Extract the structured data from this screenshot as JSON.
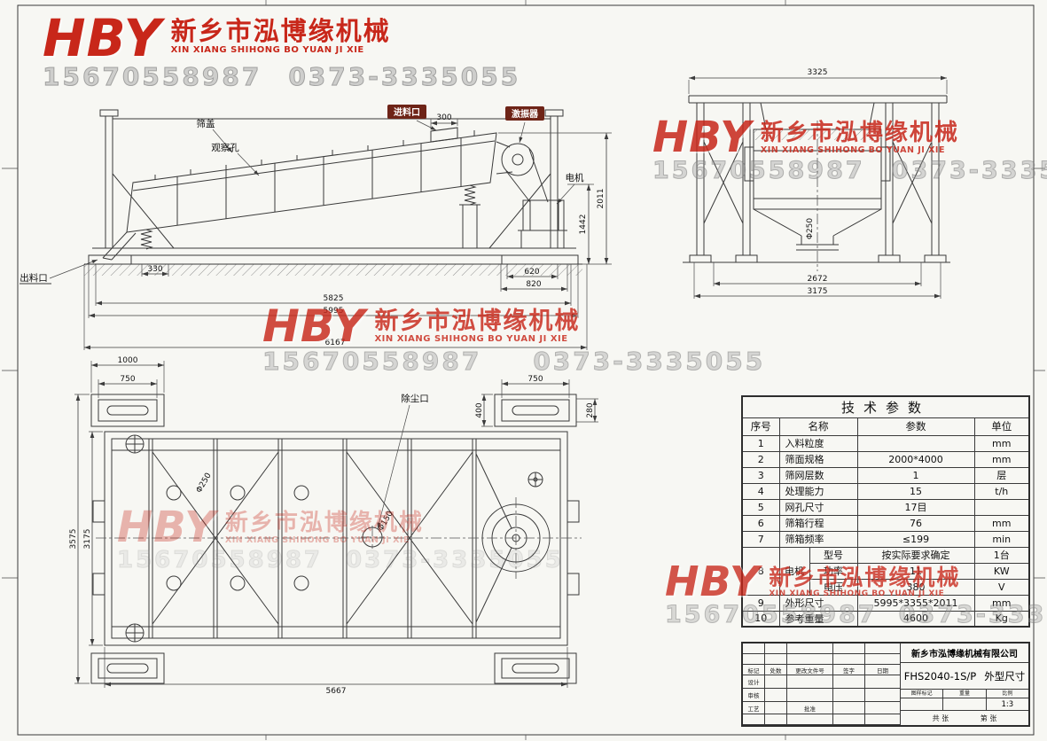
{
  "watermark": {
    "logo": "HBY",
    "company_cn": "新乡市泓博缘机械",
    "company_en": "XIN XIANG SHIHONG BO YUAN JI XIE",
    "phone": "15670558987",
    "tel": "0373-3335055"
  },
  "side_view": {
    "labels": {
      "cover": "筛盖",
      "feed_inlet": "进料口",
      "observe_hole": "观察孔",
      "exciter": "激振器",
      "motor": "电机",
      "discharge": "出料口"
    },
    "dims": {
      "feed_width": "300",
      "total_height": "2011",
      "frame_height": "1442",
      "foot_330": "330",
      "foot_620": "620",
      "foot_820": "820",
      "length_5825": "5825",
      "length_5995": "5995",
      "length_6167": "6167"
    }
  },
  "end_view": {
    "dims": {
      "width_3325": "3325",
      "outlet_dia": "Φ250",
      "width_2672": "2672",
      "width_3175": "3175"
    }
  },
  "plan_view": {
    "labels": {
      "dust_port": "除尘口"
    },
    "dims": {
      "pad_1000": "1000",
      "pad_750_left": "750",
      "pad_750_right": "750",
      "pad_400": "400",
      "pad_280": "280",
      "width_3575": "3575",
      "width_3175": "3175",
      "length_5667": "5667",
      "hole_250": "Φ250",
      "hole_150": "Φ150"
    }
  },
  "params_table": {
    "title": "技术参数",
    "headers": [
      "序号",
      "名称",
      "参数",
      "单位"
    ],
    "rows": [
      {
        "no": "1",
        "name": "入料粒度",
        "value": "",
        "unit": "mm"
      },
      {
        "no": "2",
        "name": "筛面规格",
        "value": "2000*4000",
        "unit": "mm"
      },
      {
        "no": "3",
        "name": "筛网层数",
        "value": "1",
        "unit": "层"
      },
      {
        "no": "4",
        "name": "处理能力",
        "value": "15",
        "unit": "t/h"
      },
      {
        "no": "5",
        "name": "网孔尺寸",
        "value": "17目",
        "unit": ""
      },
      {
        "no": "6",
        "name": "筛箱行程",
        "value": "76",
        "unit": "mm"
      },
      {
        "no": "7",
        "name": "筛箱频率",
        "value": "≤199",
        "unit": "min"
      }
    ],
    "motor_row": {
      "no": "8",
      "name": "电机",
      "subs": [
        {
          "label": "型号",
          "value": "按实际要求确定",
          "unit": "1台"
        },
        {
          "label": "功率",
          "value": "11",
          "unit": "KW"
        },
        {
          "label": "电压",
          "value": "380",
          "unit": "V"
        }
      ]
    },
    "tail_rows": [
      {
        "no": "9",
        "name": "外形尺寸",
        "value": "5995*3355*2011",
        "unit": "mm"
      },
      {
        "no": "10",
        "name": "参考重量",
        "value": "4600",
        "unit": "Kg"
      }
    ]
  },
  "title_block": {
    "company": "新乡市泓博缘机械有限公司",
    "model": "FHS2040-1S/P",
    "drawing_title": "外型尺寸",
    "scale": "1:3",
    "labels": {
      "mark": "标记",
      "count": "处数",
      "change_doc": "更改文件号",
      "sign": "签字",
      "date": "日期",
      "design": "设计",
      "check": "审核",
      "process": "工艺",
      "approve": "批准",
      "stage_mark": "图样标记",
      "weight": "重量",
      "ratio": "比例",
      "sheets_total": "共 张",
      "sheet_no": "第 张"
    }
  }
}
